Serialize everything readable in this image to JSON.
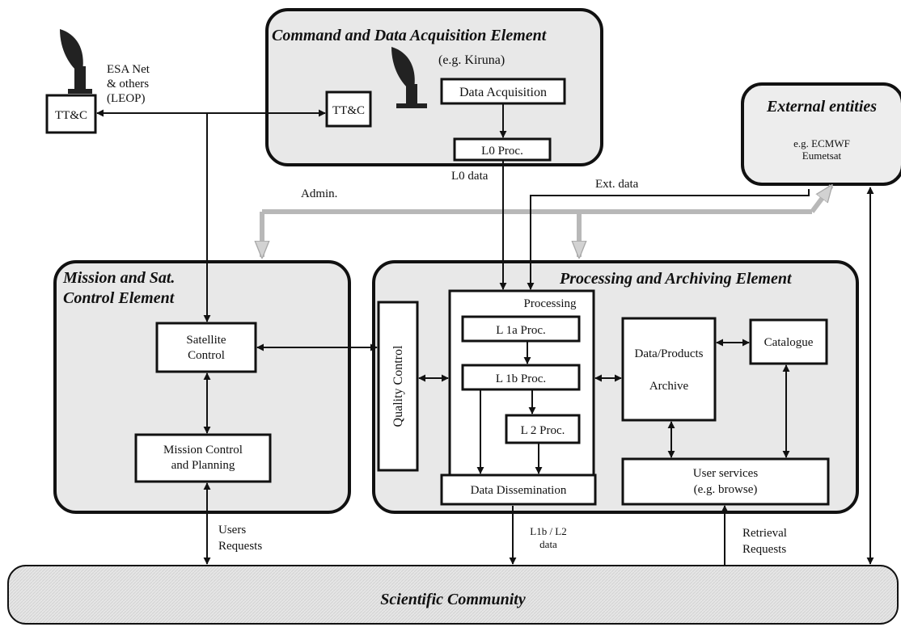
{
  "colors": {
    "ink": "#111111",
    "panel": "#e8e8e8",
    "grey_line": "#b4b4b4",
    "grey_arrow": "#d0d0d0"
  },
  "elements": {
    "command": {
      "title": "Command and Data Acquisition Element",
      "example": "(e.g. Kiruna)",
      "data_acquisition": "Data Acquisition",
      "l0_proc": "L0 Proc.",
      "ttc": "TT&C",
      "antenna_icon": "satellite-dish-icon"
    },
    "external": {
      "title": "External entities",
      "line1": "e.g. ECMWF",
      "line2": "Eumetsat"
    },
    "mission": {
      "title_line1": "Mission and Sat.",
      "title_line2": "Control Element",
      "satellite_control_1": "Satellite",
      "satellite_control_2": "Control",
      "mission_control_1": "Mission Control",
      "mission_control_2": "and Planning"
    },
    "processing": {
      "title": "Processing and Archiving Element",
      "quality_control": "Quality Control",
      "processing_label": "Processing",
      "l1a": "L 1a  Proc.",
      "l1b": "L 1b  Proc.",
      "l2": "L 2  Proc.",
      "archive_1": "Data/Products",
      "archive_2": "Archive",
      "catalogue": "Catalogue",
      "dissemination": "Data Dissemination",
      "user_services_1": "User services",
      "user_services_2": "(e.g. browse)"
    },
    "community": {
      "title": "Scientific Community"
    },
    "left_station": {
      "ttc": "TT&C",
      "antenna_icon": "satellite-dish-icon"
    }
  },
  "labels": {
    "esa_net_1": "ESA Net",
    "esa_net_2": "& others",
    "esa_net_3": "(LEOP)",
    "admin": "Admin.",
    "l0_data": "L0 data",
    "ext_data": "Ext. data",
    "users_1": "Users",
    "users_2": "Requests",
    "l1b_l2_1": "L1b / L2",
    "l1b_l2_2": "data",
    "retrieval_1": "Retrieval",
    "retrieval_2": "Requests"
  }
}
